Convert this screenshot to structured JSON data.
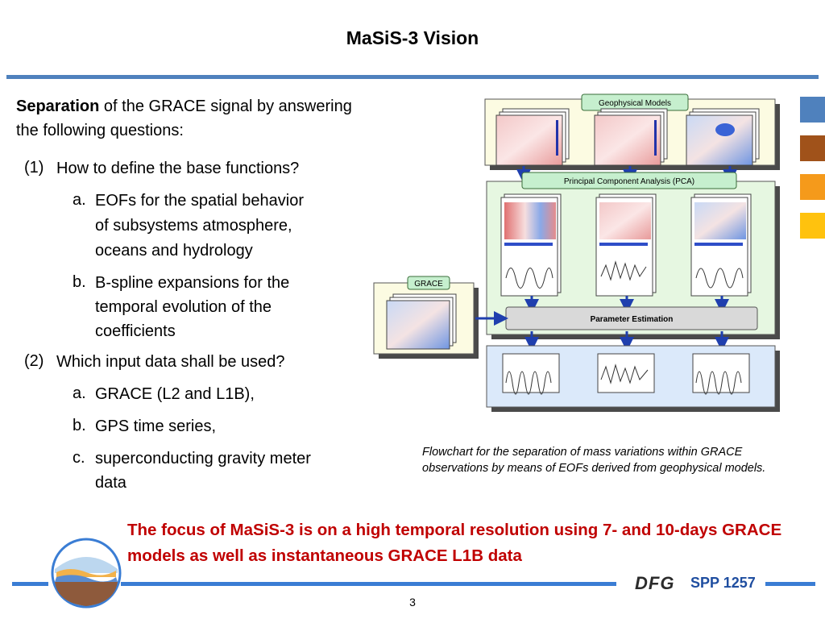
{
  "slide": {
    "title": "MaSiS-3 Vision",
    "page_number": "3"
  },
  "intro": {
    "bold": "Separation",
    "rest": " of the GRACE signal by answering the following questions:"
  },
  "questions": [
    {
      "num": "(1)",
      "text": "How to define the base functions?",
      "items": [
        {
          "label": "a.",
          "lines": [
            "EOFs for the spatial behavior",
            "of subsystems atmosphere,",
            "oceans and hydrology"
          ]
        },
        {
          "label": "b.",
          "lines": [
            "B-spline expansions for the",
            "temporal evolution of the",
            "coefficients"
          ]
        }
      ]
    },
    {
      "num": "(2)",
      "text": "Which input data shall be used?",
      "items": [
        {
          "label": "a.",
          "lines": [
            "GRACE (L2 and L1B),"
          ]
        },
        {
          "label": "b.",
          "lines": [
            "GPS time series,"
          ]
        },
        {
          "label": "c.",
          "lines": [
            "superconducting gravity meter",
            "data"
          ]
        }
      ]
    }
  ],
  "diagram": {
    "geophysical_models": "Geophysical Models",
    "pca": "Principal Component Analysis (PCA)",
    "grace": "GRACE",
    "parameter_estimation": "Parameter Estimation"
  },
  "caption": "Flowchart for the separation of mass variations within GRACE observations by means of EOFs derived from geophysical models.",
  "focus": "The focus of MaSiS-3 is on a high temporal resolution using 7- and 10-days GRACE models as well as instantaneous GRACE L1B data",
  "footer": {
    "dfg": "DFG",
    "spp": "SPP 1257"
  },
  "accent_squares": [
    "#4f81bd",
    "#a0521a",
    "#f59a1b",
    "#ffc20e"
  ],
  "colors": {
    "title_rule": "#4f81bd",
    "focus_text": "#c00000",
    "bottom_rule": "#3a7dd4",
    "panel_yellow": "#fcfbe2",
    "panel_green": "#e6f7e1",
    "panel_blue": "#dbe9fa",
    "label_green": "#c6efce"
  }
}
